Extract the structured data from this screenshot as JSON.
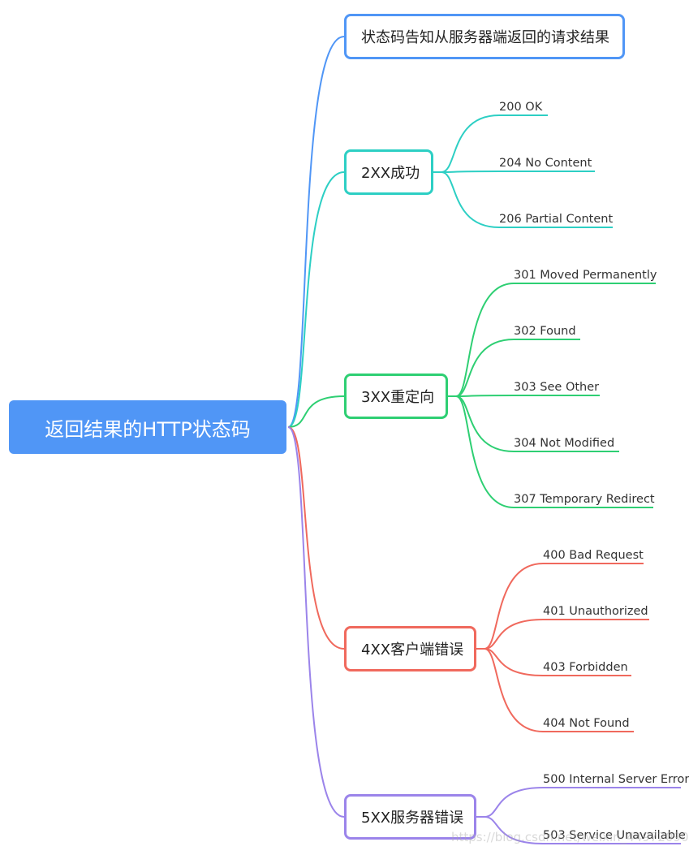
{
  "root": {
    "label": "返回结果的HTTP状态码",
    "color": "#5096f6"
  },
  "branches": [
    {
      "label": "状态码告知从服务器端返回的请求结果",
      "color": "#5096f6",
      "leaves": []
    },
    {
      "label": "2XX成功",
      "color": "#2dcfc4",
      "leaves": [
        "200 OK",
        "204 No Content",
        "206 Partial Content"
      ]
    },
    {
      "label": "3XX重定向",
      "color": "#2ecf73",
      "leaves": [
        "301 Moved Permanently",
        "302 Found",
        "303 See Other",
        "304 Not Modified",
        "307 Temporary Redirect"
      ]
    },
    {
      "label": "4XX客户端错误",
      "color": "#f0695d",
      "leaves": [
        "400 Bad Request",
        "401 Unauthorized",
        "403 Forbidden",
        "404 Not Found"
      ]
    },
    {
      "label": "5XX服务器错误",
      "color": "#9b84ea",
      "leaves": [
        "500 Internal Server Error",
        "503 Service Unavailable"
      ]
    }
  ],
  "watermark": "https://blog.csdn.net/weixin_44972090"
}
